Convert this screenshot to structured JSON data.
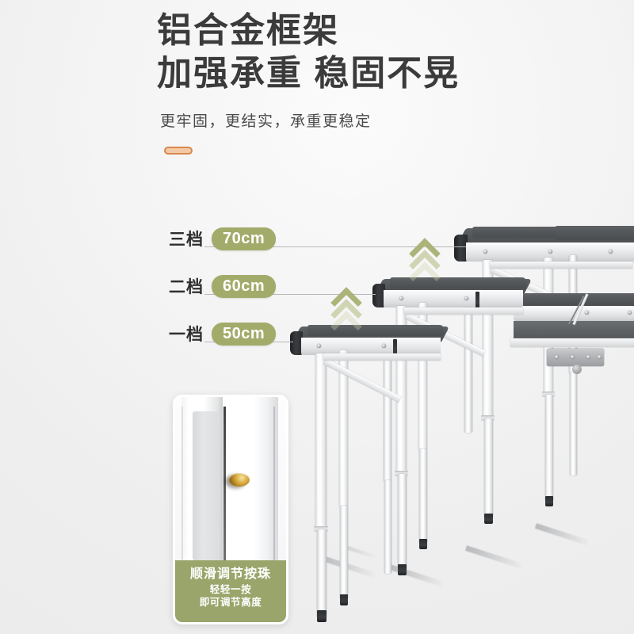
{
  "headline": {
    "line1": "铝合金框架",
    "line2": "加强承重 稳固不晃",
    "subtitle": "更牢固，更结实，承重更稳定"
  },
  "colors": {
    "background": "#f1f1f1",
    "headline_text": "#3b3b3b",
    "badge_green": "#a3ab6a",
    "caption_green": "#99a56b",
    "divider_orange": "#d9894f",
    "tabletop_dark": "#54575a",
    "chevron_green": "#a9b174"
  },
  "height_tiers": [
    {
      "name": "三档",
      "value": "70cm"
    },
    {
      "name": "二档",
      "value": "60cm"
    },
    {
      "name": "一档",
      "value": "50cm"
    }
  ],
  "arrows": [
    {
      "name": "chevron-up-arrow-upper",
      "icon": "chevron-up-icon"
    },
    {
      "name": "chevron-up-arrow-lower",
      "icon": "chevron-up-icon"
    }
  ],
  "inset": {
    "caption_main": "顺滑调节按珠",
    "caption_sub_line1": "轻轻一按",
    "caption_sub_line2": "即可调节高度",
    "detail_icon": "gold-push-button-bead"
  }
}
